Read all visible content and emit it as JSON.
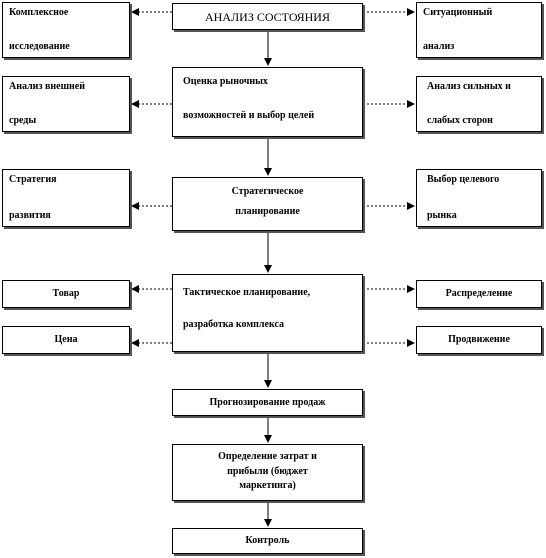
{
  "boxes": {
    "analysis": "АНАЛИЗ СОСТОЯНИЯ",
    "complex_research": [
      "Комплексное",
      "исследование"
    ],
    "situational_analysis": [
      "Ситуационный",
      "анализ"
    ],
    "market_opportunities": [
      "Оценка рыночных",
      "возможностей и выбор целей"
    ],
    "external_env": [
      "Анализ внешней",
      "среды"
    ],
    "strengths_weaknesses": [
      "Анализ сильных и",
      "слабых сторон"
    ],
    "strategic_planning": [
      "Стратегическое",
      "планирование"
    ],
    "dev_strategy": [
      "Стратегия",
      "развития"
    ],
    "target_market": [
      "Выбор целевого",
      "рынка"
    ],
    "tactical_planning": [
      "Тактическое планирование,",
      "разработка комплекса"
    ],
    "product": "Товар",
    "price": "Цена",
    "distribution": "Распределение",
    "promotion": "Продвижение",
    "sales_forecast": "Прогнозирование продаж",
    "cost_profit": [
      "Определение затрат и",
      "прибыли (бюджет",
      "маркетинга)"
    ],
    "control": "Контроль"
  }
}
